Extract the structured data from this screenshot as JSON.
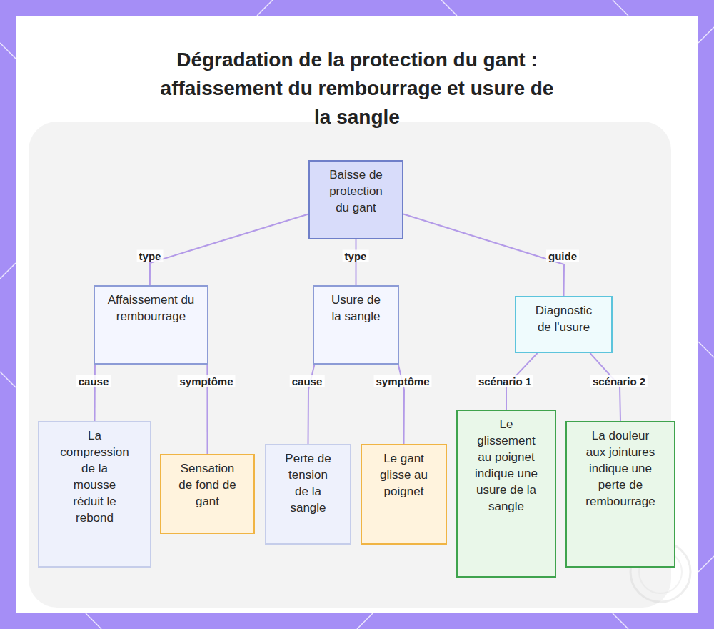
{
  "diagram": {
    "title": "Dégradation de la protection du gant : affaissement du rembourrage et usure de la sangle",
    "nodes": [
      {
        "text": [
          "Baisse de protection du gant"
        ]
      },
      {
        "text": [
          "Affaissement du rembourrage"
        ]
      },
      {
        "text": [
          "Usure de la sangle"
        ]
      },
      {
        "text": [
          "Diagnostic de l'usure"
        ]
      },
      {
        "text": [
          "La compression de la mousse réduit le rebond"
        ]
      },
      {
        "text": [
          "Sensation de fond de gant"
        ]
      },
      {
        "text": [
          "Perte de tension de la sangle"
        ]
      },
      {
        "text": [
          "Le gant glisse au poignet"
        ]
      },
      {
        "text": [
          "Le glissement au poignet indique une usure de la sangle"
        ]
      },
      {
        "text": [
          "La douleur aux jointures indique une perte de rembourrage"
        ]
      }
    ],
    "edges": [
      {
        "from": 0,
        "to": 1,
        "label": "type",
        "arrow": "none"
      },
      {
        "from": 0,
        "to": 2,
        "label": "type",
        "arrow": "none"
      },
      {
        "from": 0,
        "to": 3,
        "label": "guide",
        "arrow": "none"
      },
      {
        "from": 1,
        "to": 4,
        "label": "cause",
        "arrow": "none"
      },
      {
        "from": 1,
        "to": 5,
        "label": "symptôme",
        "arrow": "none"
      },
      {
        "from": 2,
        "to": 6,
        "label": "cause",
        "arrow": "none"
      },
      {
        "from": 2,
        "to": 7,
        "label": "symptôme",
        "arrow": "none"
      },
      {
        "from": 3,
        "to": 8,
        "label": "scénario 1",
        "arrow": "none"
      },
      {
        "from": 3,
        "to": 9,
        "label": "scénario 2",
        "arrow": "none"
      }
    ]
  }
}
